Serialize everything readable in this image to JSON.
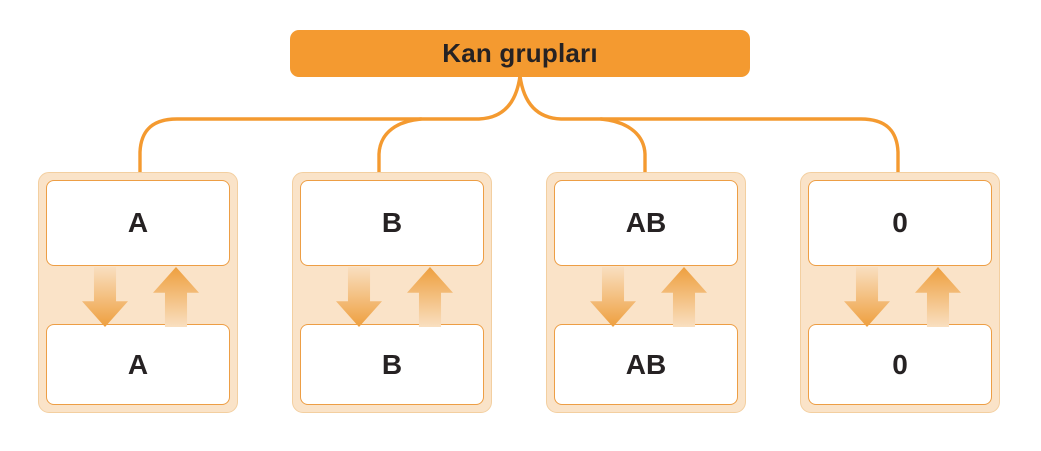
{
  "diagram": {
    "title": "Kan grupları",
    "groups": [
      {
        "id": "A",
        "donor": "A",
        "recipient": "A"
      },
      {
        "id": "B",
        "donor": "B",
        "recipient": "B"
      },
      {
        "id": "AB",
        "donor": "AB",
        "recipient": "AB"
      },
      {
        "id": "0",
        "donor": "0",
        "recipient": "0"
      }
    ],
    "colors": {
      "accent_orange": "#F49A30",
      "panel_peach": "#FAE3C8",
      "box_border_orange": "#ED9E45",
      "arrow_head_orange": "#EE9F3E",
      "arrow_tail_peach": "#F9DFC0",
      "text_dark": "#262223",
      "background": "#FFFFFF"
    }
  }
}
